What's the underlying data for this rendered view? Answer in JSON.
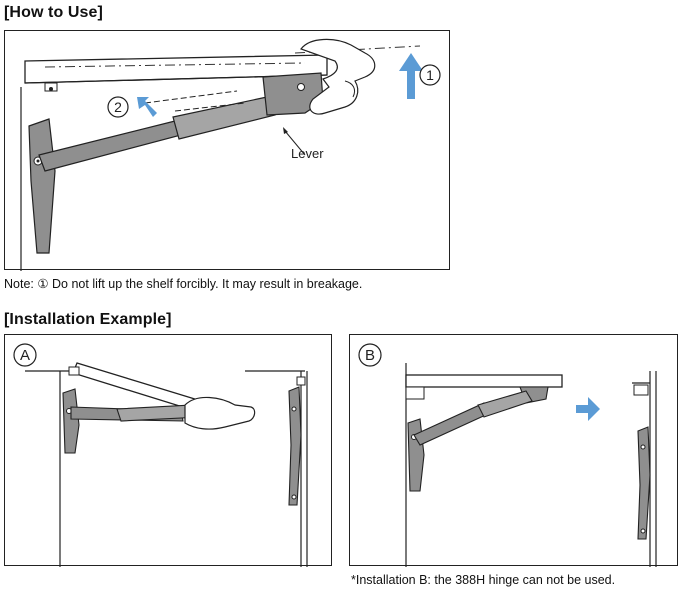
{
  "section1": {
    "heading": "[How to Use]",
    "step1_number": "1",
    "step2_number": "2",
    "lever_label": "Lever",
    "note": "Note: ① Do not lift up the shelf forcibly. It may result in breakage."
  },
  "section2": {
    "heading": "[Installation Example]",
    "panel_a_label": "A",
    "panel_b_label": "B",
    "footnote": "*Installation B: the 388H hinge can not be used."
  },
  "colors": {
    "arrow_blue": "#5b9bd5",
    "hardware_gray": "#8f8f8f",
    "outline": "#222222"
  }
}
